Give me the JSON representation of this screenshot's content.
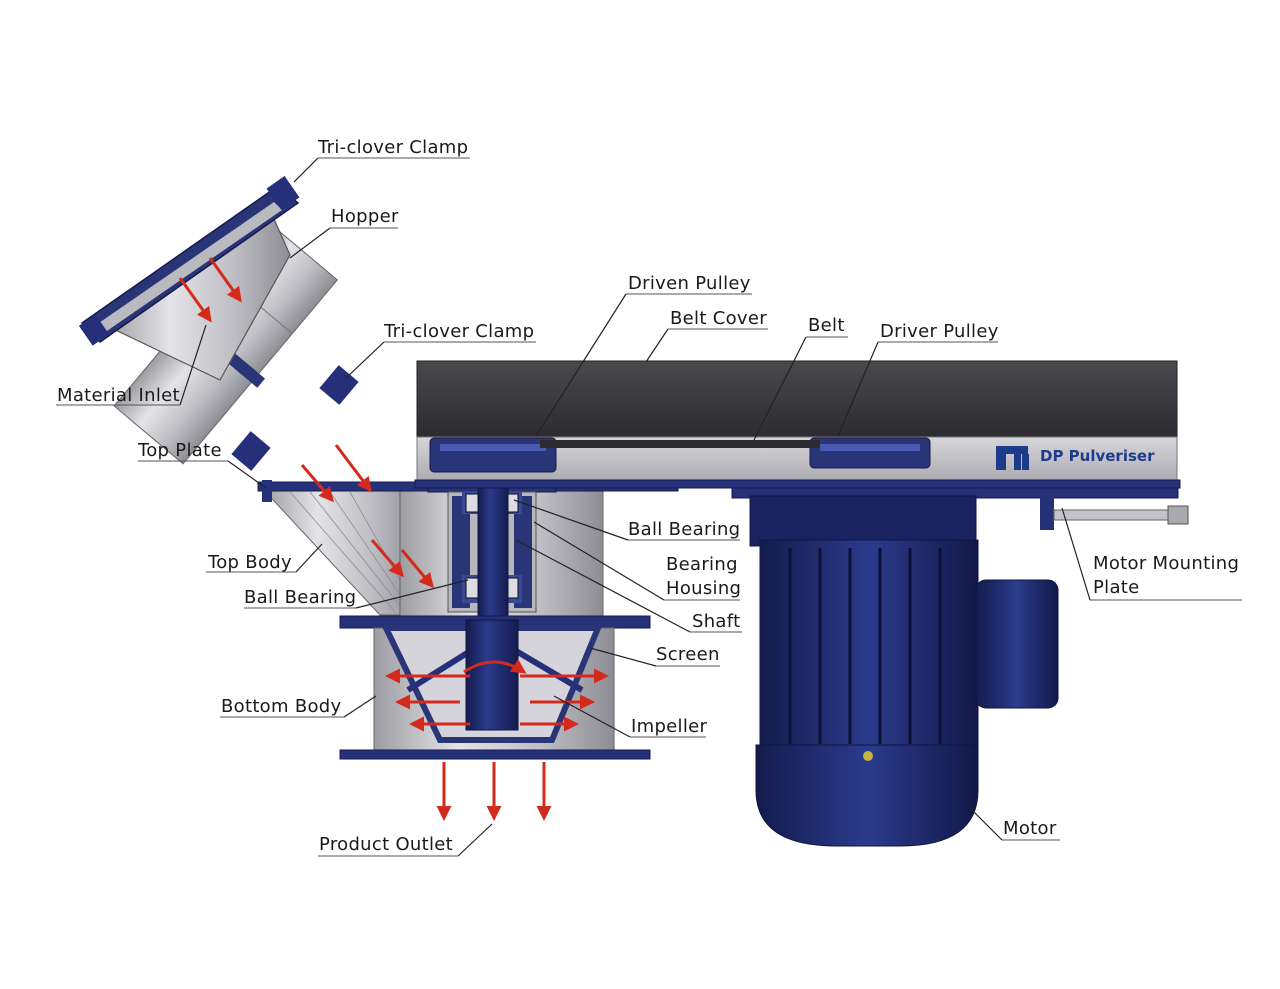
{
  "brand": {
    "name": "DP Pulveriser"
  },
  "colors": {
    "machine_blue": "#1f2a6b",
    "steel": "#c9c9cc",
    "flow_arrow": "#d42a1c",
    "belt_cover": "#3a3a3d"
  },
  "labels": {
    "tri_clover_clamp_top": "Tri-clover Clamp",
    "hopper": "Hopper",
    "tri_clover_clamp_mid": "Tri-clover Clamp",
    "material_inlet": "Material Inlet",
    "top_plate": "Top Plate",
    "top_body": "Top Body",
    "ball_bearing_left": "Ball Bearing",
    "bottom_body": "Bottom Body",
    "product_outlet": "Product Outlet",
    "driven_pulley": "Driven Pulley",
    "belt_cover": "Belt Cover",
    "belt": "Belt",
    "driver_pulley": "Driver Pulley",
    "ball_bearing_right": "Ball Bearing",
    "bearing_housing_line1": "Bearing",
    "bearing_housing_line2": "Housing",
    "shaft": "Shaft",
    "screen": "Screen",
    "impeller": "Impeller",
    "motor_mounting_plate_line1": "Motor Mounting",
    "motor_mounting_plate_line2": "Plate",
    "motor": "Motor"
  }
}
